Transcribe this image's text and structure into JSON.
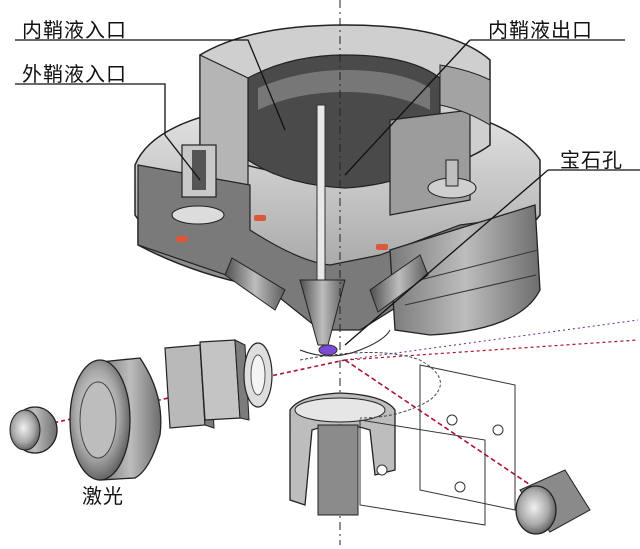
{
  "labels": {
    "inner_sheath_inlet": "内鞘液入口",
    "outer_sheath_inlet": "外鞘液入口",
    "inner_sheath_outlet": "内鞘液出口",
    "jewel_orifice": "宝石孔",
    "laser": "激光"
  },
  "colors": {
    "metal_light": "#c9c9c9",
    "metal_mid": "#9a9a9a",
    "metal_dark": "#5e5e5e",
    "laser_beam": "#b0122f",
    "seal": "#d9593a"
  }
}
